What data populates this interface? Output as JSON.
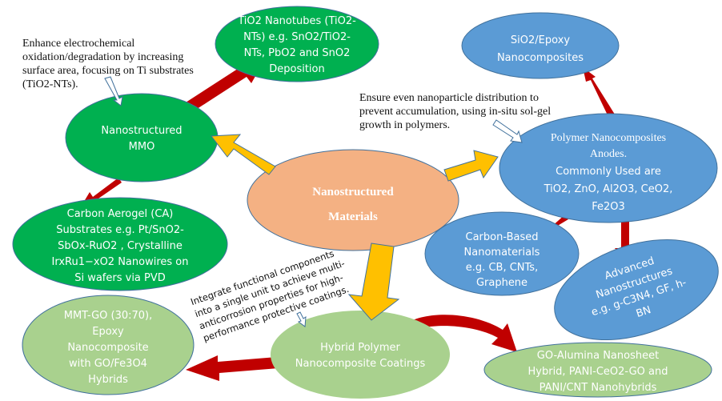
{
  "title": "Nanostructured Materials",
  "colors": {
    "green_dark": "#00b050",
    "green_light": "#a9d18e",
    "blue": "#5b9bd5",
    "peach": "#f4b183",
    "orange_arrow": "#ffc000",
    "red_arrow": "#c00000",
    "outline": "#41719c"
  },
  "center": {
    "line1": "Nanostructured",
    "line2": "Materials"
  },
  "nodes": {
    "mmo": {
      "lines": [
        "Nanostructured",
        "MMO"
      ]
    },
    "tio2_nt": {
      "lines": [
        "TiO2 Nanotubes (TiO2-",
        "NTs) e.g. SnO2/TiO2-",
        "NTs, PbO2 and SnO2",
        "Deposition"
      ]
    },
    "carbon_aerogel": {
      "lines": [
        "Carbon Aerogel (CA)",
        "Substrates e.g. Pt/SnO2-",
        "SbOx-RuO2 , Crystalline",
        "IrxRu1−xO2 Nanowires on",
        "Si wafers via PVD"
      ]
    },
    "sio2_epoxy": {
      "lines": [
        "SiO2/Epoxy",
        "Nanocomposites"
      ]
    },
    "polymer_anodes": {
      "lines": [
        "Polymer Nanocomposites",
        "Anodes.",
        "Commonly Used are",
        "TiO2, ZnO, Al2O3, CeO2,",
        "Fe2O3"
      ]
    },
    "carbon_based": {
      "lines": [
        "Carbon-Based",
        "Nanomaterials",
        "e.g. CB, CNTs,",
        "Graphene"
      ]
    },
    "advanced": {
      "lines": [
        "Advanced",
        "Nanostructures",
        "e.g. g-C3N4, GF, h-",
        "BN"
      ]
    },
    "hybrid_coatings": {
      "lines": [
        "Hybrid Polymer",
        "Nanocomposite Coatings"
      ]
    },
    "mmt_go": {
      "lines": [
        "MMT-GO (30:70),",
        "Epoxy",
        "Nanocomposite",
        "with GO/Fe3O4",
        "Hybrids"
      ]
    },
    "go_alumina": {
      "lines": [
        "GO-Alumina Nanosheet",
        "Hybrid, PANI-CeO2-GO and",
        "PANI/CNT Nanohybrids"
      ]
    }
  },
  "notes": {
    "mmo_note": [
      "Enhance electrochemical",
      "oxidation/degradation by increasing",
      "surface area, focusing on Ti substrates",
      "(TiO2-NTs)."
    ],
    "polymer_note": [
      "Ensure even nanoparticle distribution to",
      "prevent accumulation, using in-situ sol-gel",
      "growth in polymers."
    ],
    "hybrid_note": [
      "Integrate functional components",
      "into a single unit to achieve multi-",
      "anticorrosion properties for high-",
      "performance protective coatings."
    ]
  }
}
